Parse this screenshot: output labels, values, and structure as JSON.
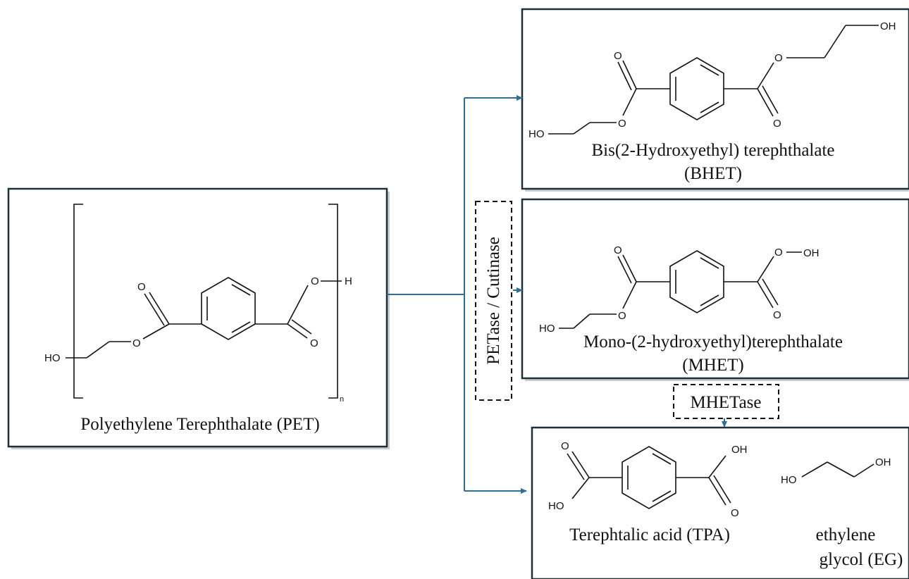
{
  "pet": {
    "caption": "Polyethylene Terephthalate (PET)"
  },
  "bhet": {
    "caption_line1": "Bis(2-Hydroxyethyl) terephthalate",
    "caption_line2": "(BHET)"
  },
  "mhet": {
    "caption_line1": "Mono-(2-hydroxyethyl)terephthalate",
    "caption_line2": "(MHET)"
  },
  "products": {
    "tpa_caption": "Terephtalic acid (TPA)",
    "eg_caption_line1": "ethylene",
    "eg_caption_line2": "glycol (EG)"
  },
  "enzymes": {
    "petase_cutinase": "PETase / Cutinase",
    "mhetase": "MHETase"
  },
  "atoms": {
    "oxygen": "O",
    "hydroxyl_left": "HO",
    "hydroxyl_right": "OH",
    "hydrogen": "H",
    "repeat_index": "n"
  },
  "colors": {
    "box_border": "#1e2f3c",
    "arrow": "#2e6f96",
    "text": "#111111"
  }
}
